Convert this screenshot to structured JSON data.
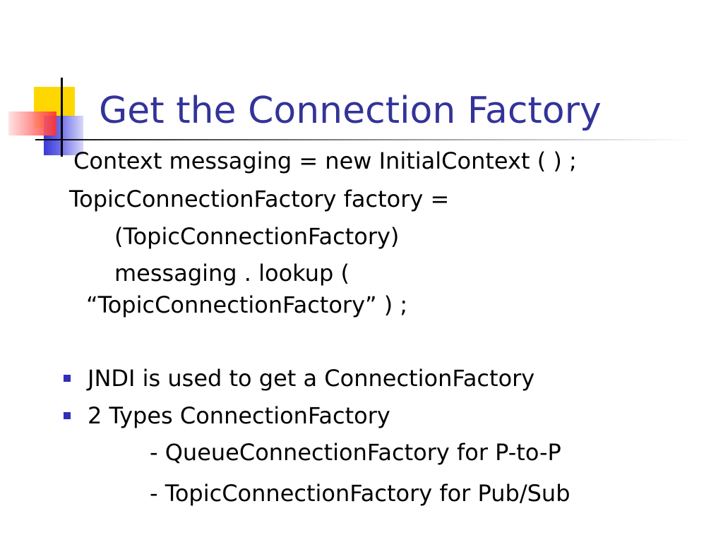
{
  "slide": {
    "title": "Get the Connection Factory",
    "title_color": "#333399",
    "code_lines": [
      "Context messaging = new InitialContext ( ) ;",
      "TopicConnectionFactory factory =",
      "(TopicConnectionFactory)",
      "messaging . lookup (",
      "“TopicConnectionFactory” ) ;"
    ],
    "bullets": [
      "JNDI is used to get a ConnectionFactory",
      "2 Types ConnectionFactory"
    ],
    "sub_items": [
      "-  QueueConnectionFactory for P-to-P",
      "-  TopicConnectionFactory for Pub/Sub"
    ],
    "bullet_color": "#2f2fb8",
    "icons": {
      "logo": "overlapping-squares-logo"
    }
  }
}
